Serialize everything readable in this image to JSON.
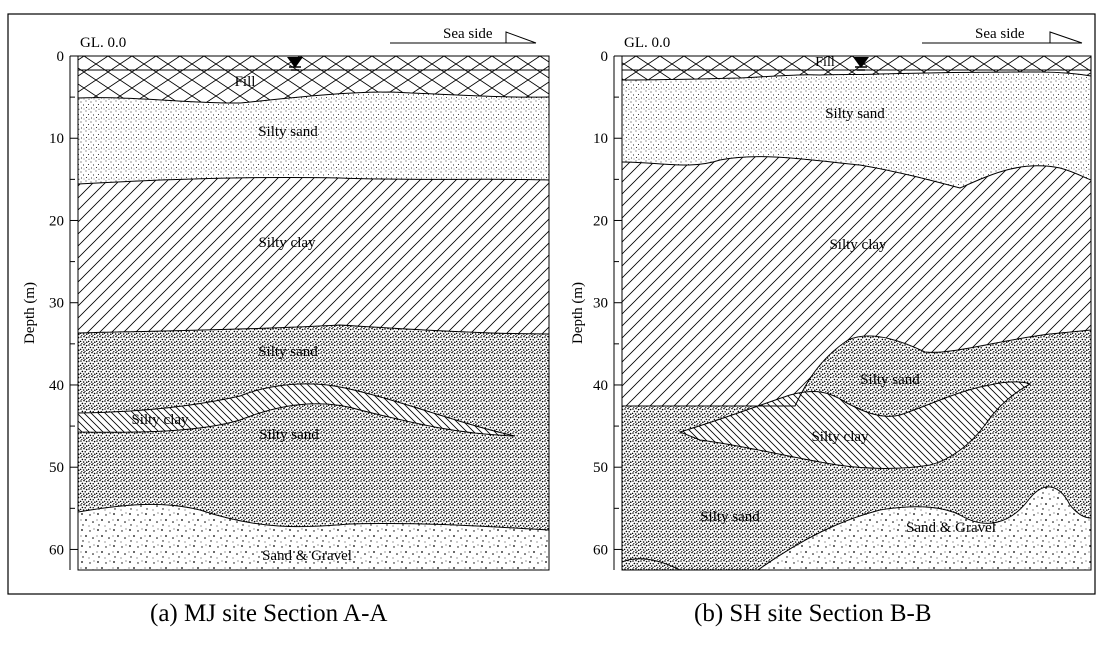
{
  "panels": [
    {
      "id": "a",
      "caption": "(a) MJ site Section A-A",
      "datum_label": "GL. 0.0",
      "direction_label": "Sea side",
      "y_axis_label": "Depth (m)",
      "y_ticks": [
        "0",
        "10",
        "20",
        "30",
        "40",
        "50",
        "60"
      ],
      "depth_range_m": [
        0,
        62.5
      ],
      "layers": [
        {
          "name": "fill",
          "label": "Fill",
          "pattern": "fill-brick"
        },
        {
          "name": "upper-silty-sand",
          "label": "Silty sand",
          "pattern": "fine-dots"
        },
        {
          "name": "silty-clay",
          "label": "Silty clay",
          "pattern": "diagonal-hatch"
        },
        {
          "name": "lower-silty-sand-upper",
          "label": "Silty sand",
          "pattern": "dense-dots"
        },
        {
          "name": "silty-clay-lens",
          "label": "Silty clay",
          "pattern": "dense-hatch"
        },
        {
          "name": "lower-silty-sand",
          "label": "Silty sand",
          "pattern": "dense-dots"
        },
        {
          "name": "sand-and-gravel",
          "label": "Sand & Gravel",
          "pattern": "coarse-dots"
        }
      ]
    },
    {
      "id": "b",
      "caption": "(b) SH site Section B-B",
      "datum_label": "GL. 0.0",
      "direction_label": "Sea side",
      "y_axis_label": "Depth (m)",
      "y_ticks": [
        "0",
        "10",
        "20",
        "30",
        "40",
        "50",
        "60"
      ],
      "depth_range_m": [
        0,
        62.5
      ],
      "layers": [
        {
          "name": "fill",
          "label": "Fill",
          "pattern": "fill-brick"
        },
        {
          "name": "upper-silty-sand",
          "label": "Silty sand",
          "pattern": "fine-dots"
        },
        {
          "name": "silty-clay",
          "label": "Silty clay",
          "pattern": "diagonal-hatch"
        },
        {
          "name": "middle-silty-sand",
          "label": "Silty sand",
          "pattern": "dense-dots"
        },
        {
          "name": "silty-clay-lens",
          "label": "Silty clay",
          "pattern": "dense-hatch"
        },
        {
          "name": "lower-silty-sand",
          "label": "Silty sand",
          "pattern": "dense-dots"
        },
        {
          "name": "sand-and-gravel",
          "label": "Sand & Gravel",
          "pattern": "coarse-dots"
        }
      ]
    }
  ]
}
